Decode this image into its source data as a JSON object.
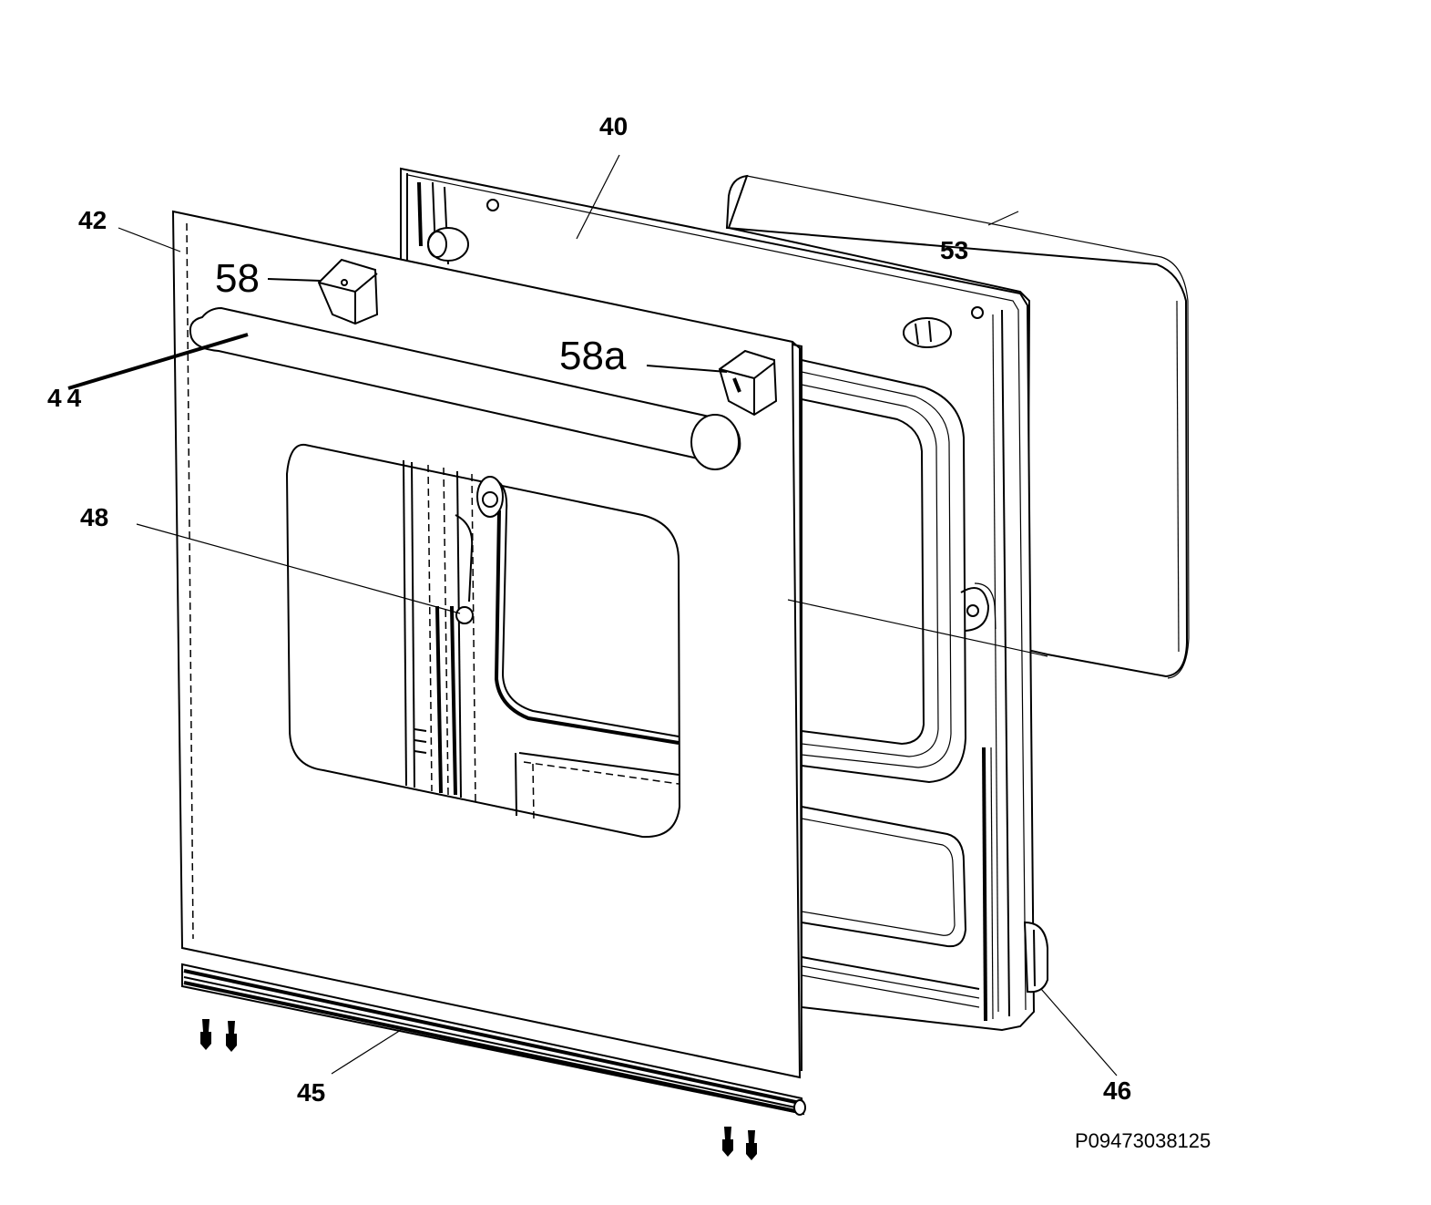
{
  "diagram": {
    "labels": {
      "door_inner_frame": "40",
      "outer_door_panel": "42",
      "handle": "44",
      "bottom_trim": "45",
      "hinge": "46",
      "inner_glass": "48",
      "rear_panel": "53",
      "handle_support_left": "58",
      "handle_support_right": "58a"
    },
    "part_code": "P09473038125",
    "line_color": "#000000",
    "background": "#ffffff"
  }
}
